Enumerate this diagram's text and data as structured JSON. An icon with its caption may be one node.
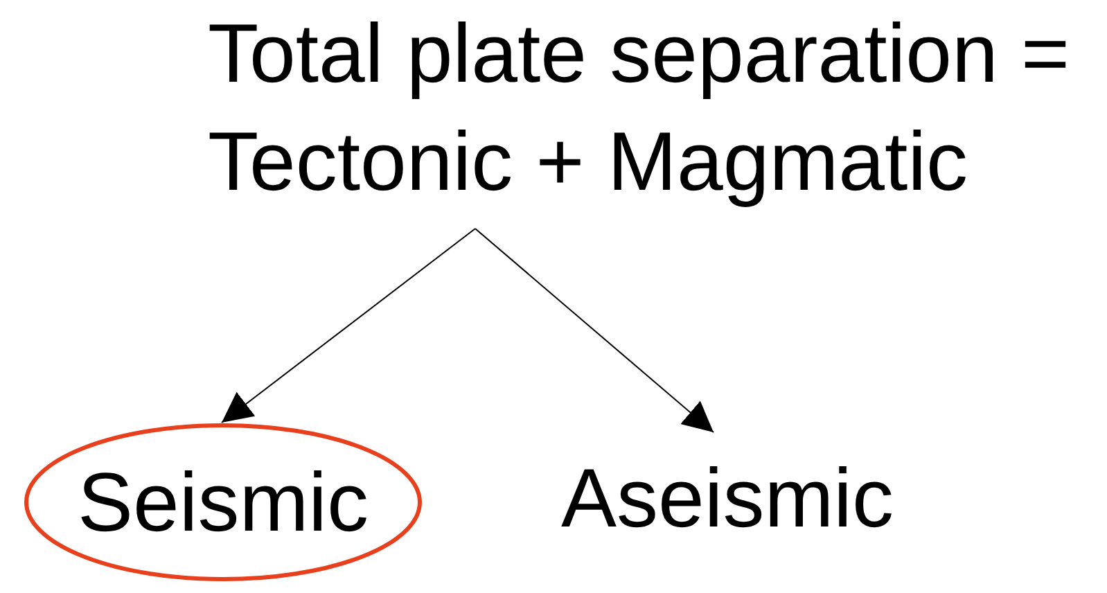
{
  "diagram": {
    "nodes": [
      {
        "text": [
          "Total plate separation = Tectonic + Magmatic"
        ]
      },
      {
        "text": [
          "Seismic"
        ]
      },
      {
        "text": [
          "Aseismic"
        ]
      }
    ],
    "edges": [
      {
        "from": 0,
        "to": 1,
        "arrow": "to"
      },
      {
        "from": 0,
        "to": 2,
        "arrow": "to"
      }
    ]
  }
}
